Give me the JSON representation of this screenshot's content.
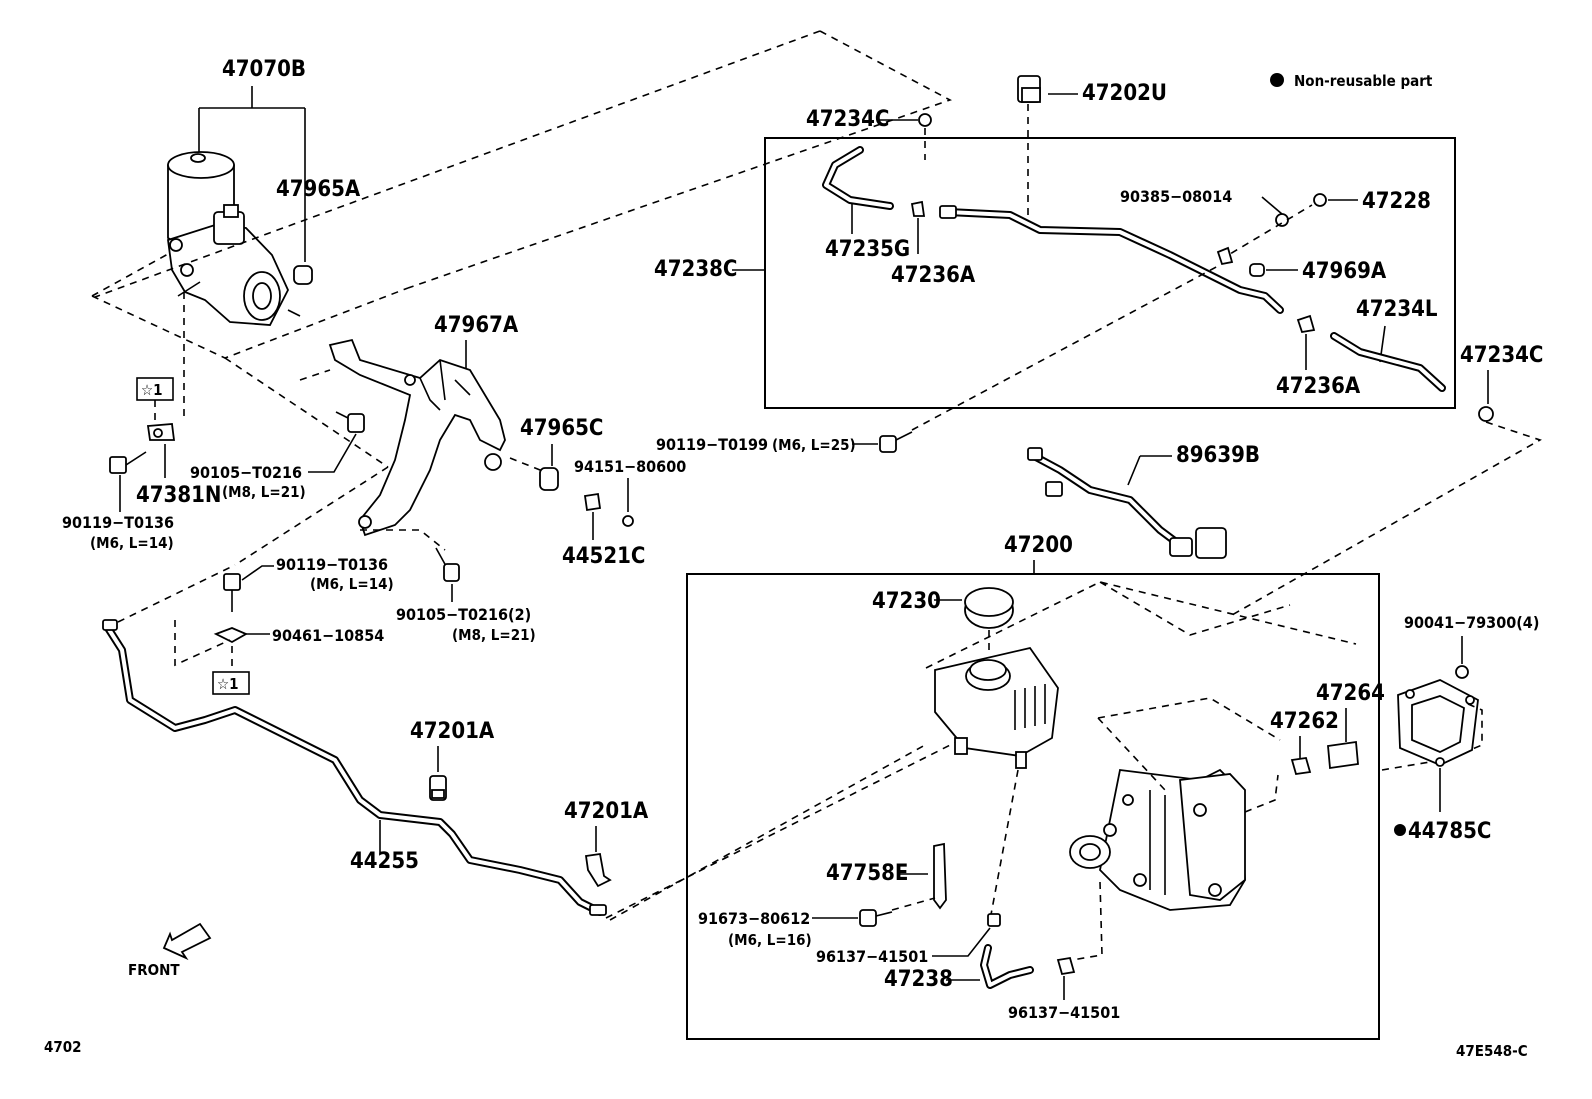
{
  "legend": {
    "text": "Non-reusable part"
  },
  "footer": {
    "left": "4702",
    "right": "47E548-C"
  },
  "front_label": "FRONT",
  "star_mark": "☆1",
  "labels": {
    "l47070B": "47070B",
    "l47965A": "47965A",
    "l47381N": "47381N",
    "l90119_T0136_a": "90119−T0136",
    "l90119_T0136_a_sub": "(M6, L=14)",
    "l90105_T0216": "90105−T0216",
    "l90105_T0216_sub": "(M8, L=21)",
    "l47967A": "47967A",
    "l47965C": "47965C",
    "l94151_80600": "94151−80600",
    "l44521C": "44521C",
    "l90119_T0136_b": "90119−T0136",
    "l90119_T0136_b_sub": "(M6, L=14)",
    "l90461_10854": "90461−10854",
    "l90105_T0216_2": "90105−T0216(2)",
    "l90105_T0216_2_sub": "(M8, L=21)",
    "l47201A_a": "47201A",
    "l47201A_b": "47201A",
    "l44255": "44255",
    "l47234C_a": "47234C",
    "l47202U": "47202U",
    "l90385_08014": "90385−08014",
    "l47228": "47228",
    "l47235G": "47235G",
    "l47236A_a": "47236A",
    "l47238C": "47238C",
    "l47969A": "47969A",
    "l47234L": "47234L",
    "l47236A_b": "47236A",
    "l47234C_b": "47234C",
    "l90119_T0199": "90119−T0199",
    "l90119_T0199_sub": "(M6, L=25)",
    "l89639B": "89639B",
    "l47200": "47200",
    "l47230": "47230",
    "l90041_79300": "90041−79300(4)",
    "l47264": "47264",
    "l47262": "47262",
    "l44785C": "44785C",
    "l47758E": "47758E",
    "l91673_80612": "91673−80612",
    "l91673_80612_sub": "(M6, L=16)",
    "l96137_41501_a": "96137−41501",
    "l47238": "47238",
    "l96137_41501_b": "96137−41501"
  }
}
